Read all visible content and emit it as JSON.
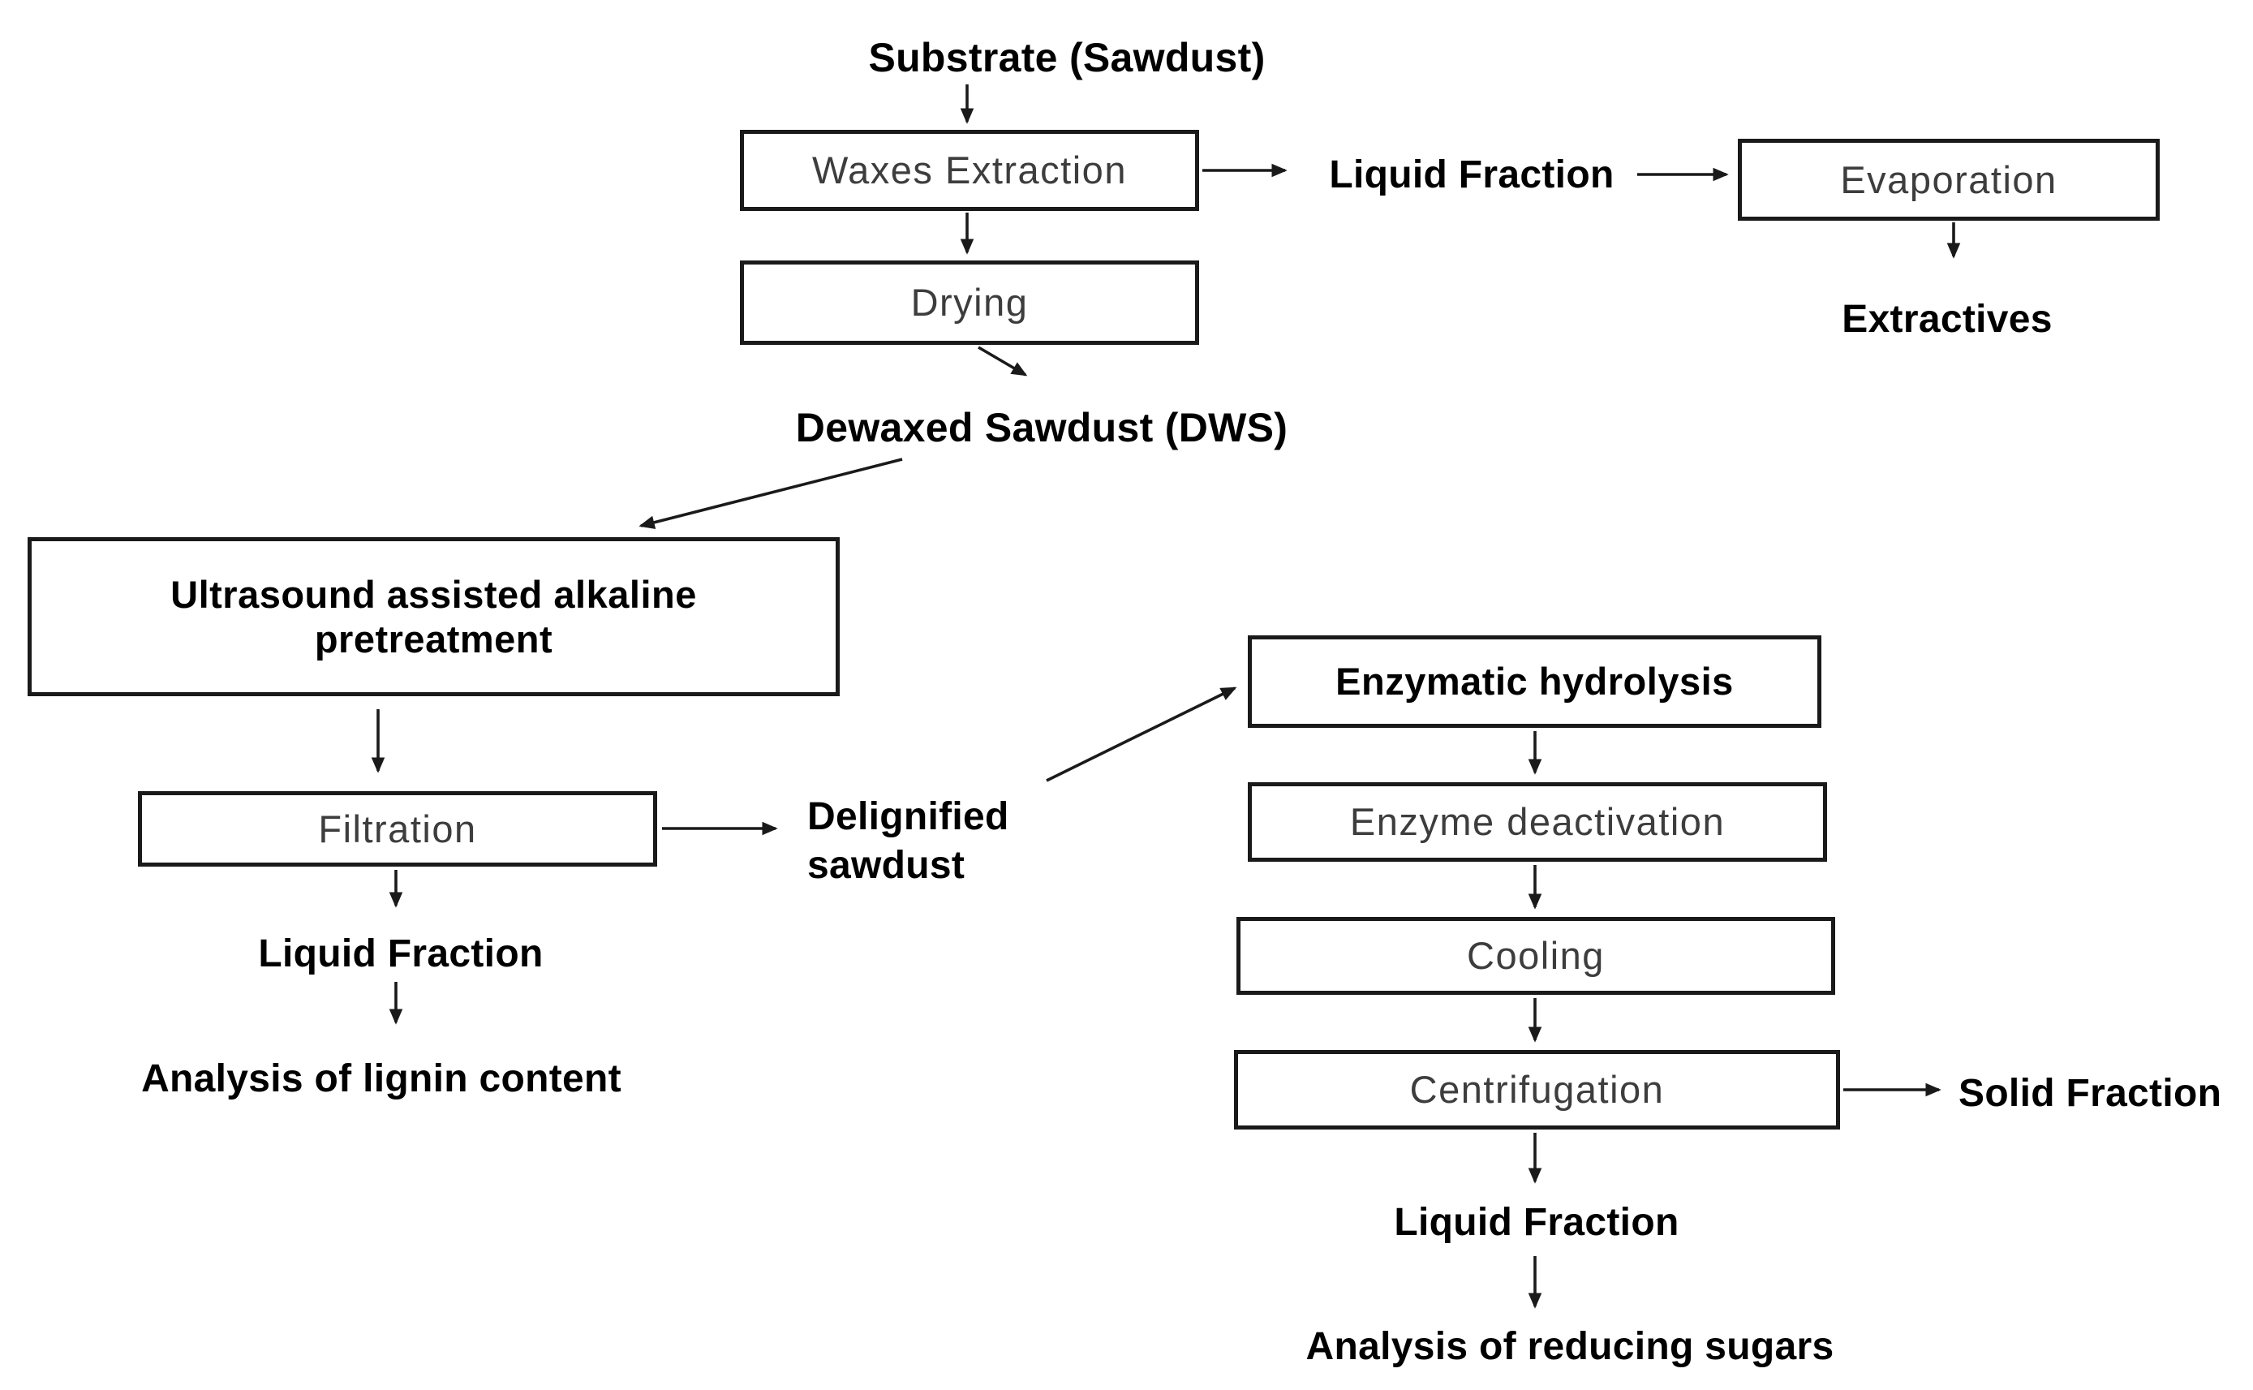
{
  "diagram": {
    "type": "flowchart",
    "background_color": "#ffffff",
    "line_color": "#1a1a1a",
    "box_text_color": "#3d3d3d",
    "bold_text_color": "#000000",
    "nodes": {
      "substrate": "Substrate (Sawdust)",
      "waxes_extraction": "Waxes Extraction",
      "liquid_fraction_top": "Liquid Fraction",
      "evaporation": "Evaporation",
      "extractives": "Extractives",
      "drying": "Drying",
      "dewaxed_sawdust": "Dewaxed Sawdust (DWS)",
      "ultrasound_line1": "Ultrasound assisted alkaline",
      "ultrasound_line2": "pretreatment",
      "filtration": "Filtration",
      "delignified_line1": "Delignified",
      "delignified_line2": "sawdust",
      "liquid_fraction_left": "Liquid Fraction",
      "analysis_lignin": "Analysis of lignin content",
      "enzymatic_hydrolysis": "Enzymatic hydrolysis",
      "enzyme_deactivation": "Enzyme deactivation",
      "cooling": "Cooling",
      "centrifugation": "Centrifugation",
      "solid_fraction": "Solid Fraction",
      "liquid_fraction_right": "Liquid Fraction",
      "analysis_sugars": "Analysis of reducing sugars"
    },
    "edges": [
      {
        "from": "Substrate (Sawdust)",
        "to": "Waxes Extraction"
      },
      {
        "from": "Waxes Extraction",
        "to": "Liquid Fraction (top)"
      },
      {
        "from": "Liquid Fraction (top)",
        "to": "Evaporation"
      },
      {
        "from": "Evaporation",
        "to": "Extractives"
      },
      {
        "from": "Waxes Extraction",
        "to": "Drying"
      },
      {
        "from": "Drying",
        "to": "Dewaxed Sawdust (DWS)"
      },
      {
        "from": "Dewaxed Sawdust (DWS)",
        "to": "Ultrasound assisted alkaline pretreatment"
      },
      {
        "from": "Ultrasound assisted alkaline pretreatment",
        "to": "Filtration"
      },
      {
        "from": "Filtration",
        "to": "Delignified sawdust"
      },
      {
        "from": "Filtration",
        "to": "Liquid Fraction (left)"
      },
      {
        "from": "Liquid Fraction (left)",
        "to": "Analysis of lignin content"
      },
      {
        "from": "Delignified sawdust",
        "to": "Enzymatic hydrolysis"
      },
      {
        "from": "Enzymatic hydrolysis",
        "to": "Enzyme deactivation"
      },
      {
        "from": "Enzyme deactivation",
        "to": "Cooling"
      },
      {
        "from": "Cooling",
        "to": "Centrifugation"
      },
      {
        "from": "Centrifugation",
        "to": "Solid Fraction"
      },
      {
        "from": "Centrifugation",
        "to": "Liquid Fraction (right)"
      },
      {
        "from": "Liquid Fraction (right)",
        "to": "Analysis of reducing sugars"
      }
    ]
  }
}
